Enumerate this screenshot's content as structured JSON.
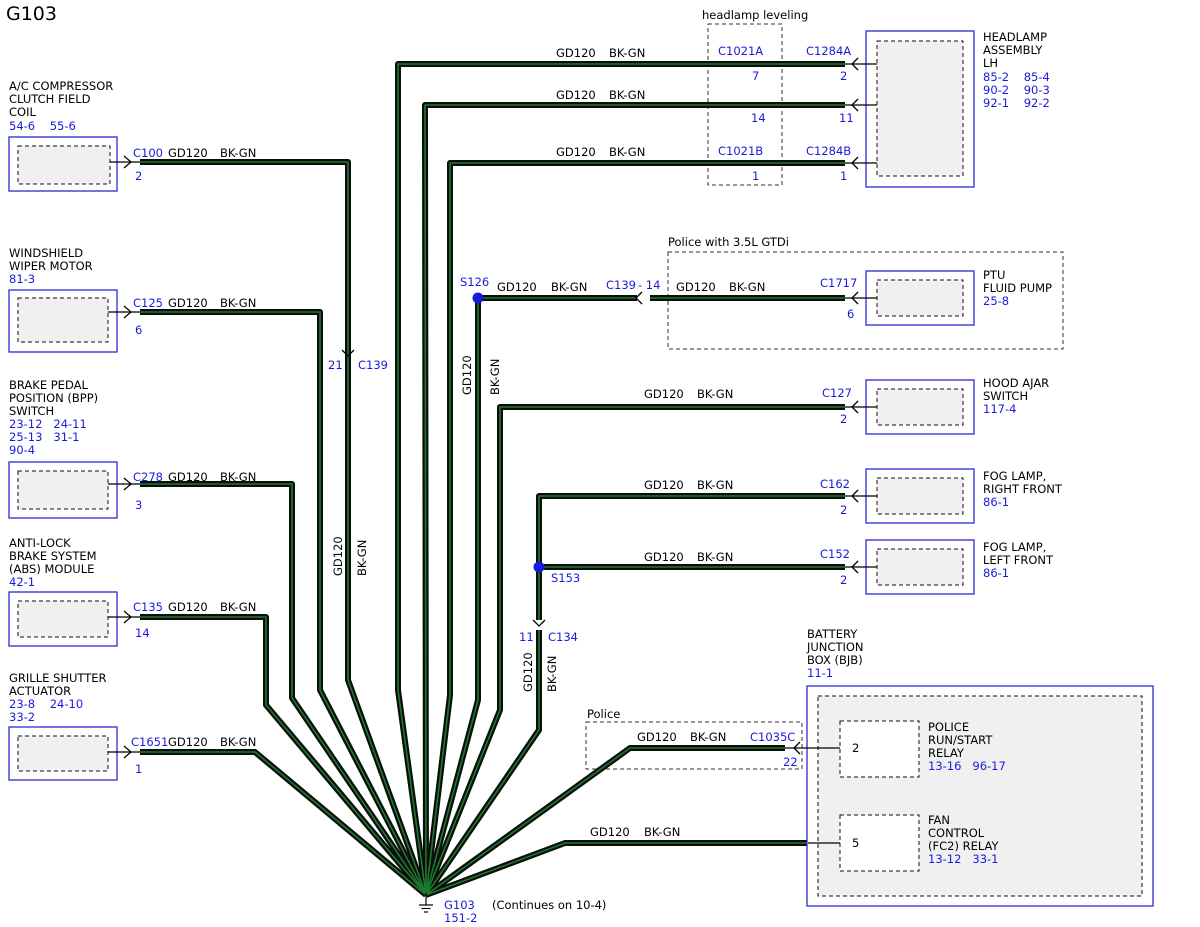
{
  "page_title": "G103",
  "wire": {
    "circuit": "GD120",
    "color": "BK-GN"
  },
  "ground": {
    "label": "G103",
    "ref": "151-2",
    "continues": "(Continues on 10-4)"
  },
  "groups": {
    "headlamp_leveling": "headlamp leveling",
    "police_gtdi": "Police with 3.5L GTDi",
    "police": "Police"
  },
  "components": {
    "ac": {
      "lines": [
        "A/C COMPRESSOR",
        "CLUTCH FIELD",
        "COIL"
      ],
      "refs": "54-6    55-6",
      "connector": "C100",
      "pin": "2"
    },
    "wiper": {
      "lines": [
        "WINDSHIELD",
        "WIPER MOTOR"
      ],
      "refs": "81-3",
      "connector": "C125",
      "pin": "6"
    },
    "bpp": {
      "lines": [
        "BRAKE PEDAL",
        "POSITION (BPP)",
        "SWITCH"
      ],
      "refs": [
        "23-12   24-11",
        "25-13   31-1",
        "90-4"
      ],
      "connector": "C278",
      "pin": "3"
    },
    "abs": {
      "lines": [
        "ANTI-LOCK",
        "BRAKE SYSTEM",
        "(ABS) MODULE"
      ],
      "refs": "42-1",
      "connector": "C135",
      "pin": "14"
    },
    "grille": {
      "lines": [
        "GRILLE SHUTTER",
        "ACTUATOR"
      ],
      "refs": [
        "23-8    24-10",
        "33-2"
      ],
      "connector": "C1651",
      "pin": "1"
    },
    "headlamp": {
      "lines": [
        "HEADLAMP",
        "ASSEMBLY",
        "LH"
      ],
      "refs": [
        "85-2    85-4",
        "90-2    90-3",
        "92-1    92-2"
      ],
      "c1284a": "C1284A",
      "c1284a_pin": "2",
      "pin11": "11",
      "c1284b": "C1284B",
      "c1284b_pin": "1",
      "c1021a": "C1021A",
      "c1021a_pin": "7",
      "pin14": "14",
      "c1021b": "C1021B",
      "c1021b_pin": "1"
    },
    "ptu": {
      "lines": [
        "PTU",
        "FLUID PUMP"
      ],
      "refs": "25-8",
      "connector": "C1717",
      "pin": "6",
      "c139": "C139",
      "c139_pin": "- 14"
    },
    "hood": {
      "lines": [
        "HOOD AJAR",
        "SWITCH"
      ],
      "refs": "117-4",
      "connector": "C127",
      "pin": "2"
    },
    "fog_rf": {
      "lines": [
        "FOG LAMP,",
        "RIGHT FRONT"
      ],
      "refs": "86-1",
      "connector": "C162",
      "pin": "2"
    },
    "fog_lf": {
      "lines": [
        "FOG LAMP,",
        "LEFT FRONT"
      ],
      "refs": "86-1",
      "connector": "C152",
      "pin": "2"
    },
    "bjb": {
      "lines": [
        "BATTERY",
        "JUNCTION",
        "BOX (BJB)"
      ],
      "refs": "11-1",
      "c1035c": "C1035C",
      "c1035c_pin": "22",
      "relay1": {
        "pin": "2",
        "lines": [
          "POLICE",
          "RUN/START",
          "RELAY"
        ],
        "refs": "13-16   96-17"
      },
      "relay2": {
        "pin": "5",
        "lines": [
          "FAN",
          "CONTROL",
          "(FC2) RELAY"
        ],
        "refs": "13-12   33-1"
      }
    }
  },
  "inline": {
    "c139": "C139",
    "c139_pin": "21",
    "c134": "C134",
    "c134_pin": "11"
  },
  "splices": {
    "s126": "S126",
    "s153": "S153"
  }
}
